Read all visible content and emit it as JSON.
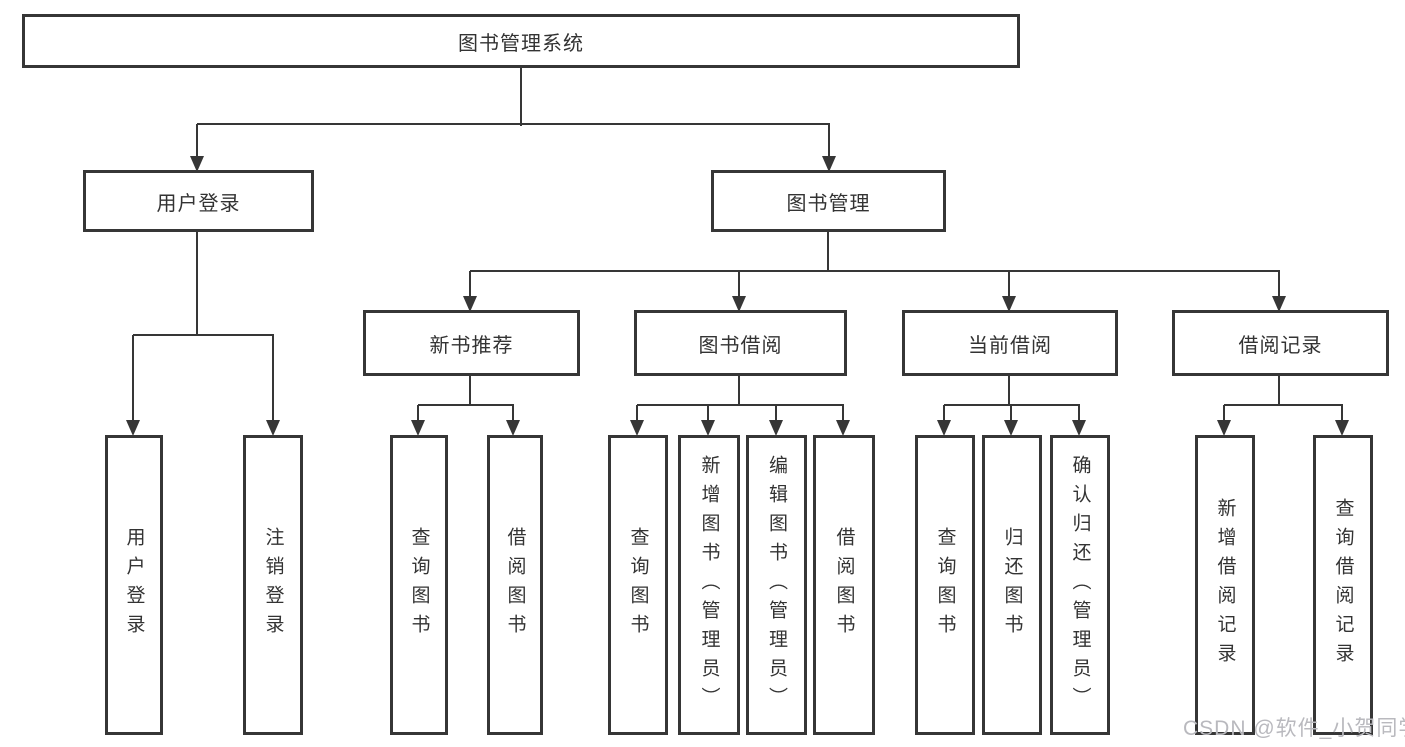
{
  "root": {
    "label": "图书管理系统"
  },
  "tree": {
    "branches": [
      {
        "label": "用户登录",
        "leaves": [
          {
            "label": "用户登录"
          },
          {
            "label": "注销登录"
          }
        ]
      },
      {
        "label": "图书管理",
        "groups": [
          {
            "label": "新书推荐",
            "leaves": [
              {
                "label": "查询图书"
              },
              {
                "label": "借阅图书"
              }
            ]
          },
          {
            "label": "图书借阅",
            "leaves": [
              {
                "label": "查询图书"
              },
              {
                "label": "新增图书（管理员）"
              },
              {
                "label": "编辑图书（管理员）"
              },
              {
                "label": "借阅图书"
              }
            ]
          },
          {
            "label": "当前借阅",
            "leaves": [
              {
                "label": "查询图书"
              },
              {
                "label": "归还图书"
              },
              {
                "label": "确认归还（管理员）"
              }
            ]
          },
          {
            "label": "借阅记录",
            "leaves": [
              {
                "label": "新增借阅记录"
              },
              {
                "label": "查询借阅记录"
              }
            ]
          }
        ]
      }
    ]
  },
  "watermark": {
    "text": "CSDN @软件_小贺同学"
  },
  "colors": {
    "line": "#363636",
    "text": "#333333",
    "background": "#ffffff",
    "watermark": "#b9b9be"
  }
}
